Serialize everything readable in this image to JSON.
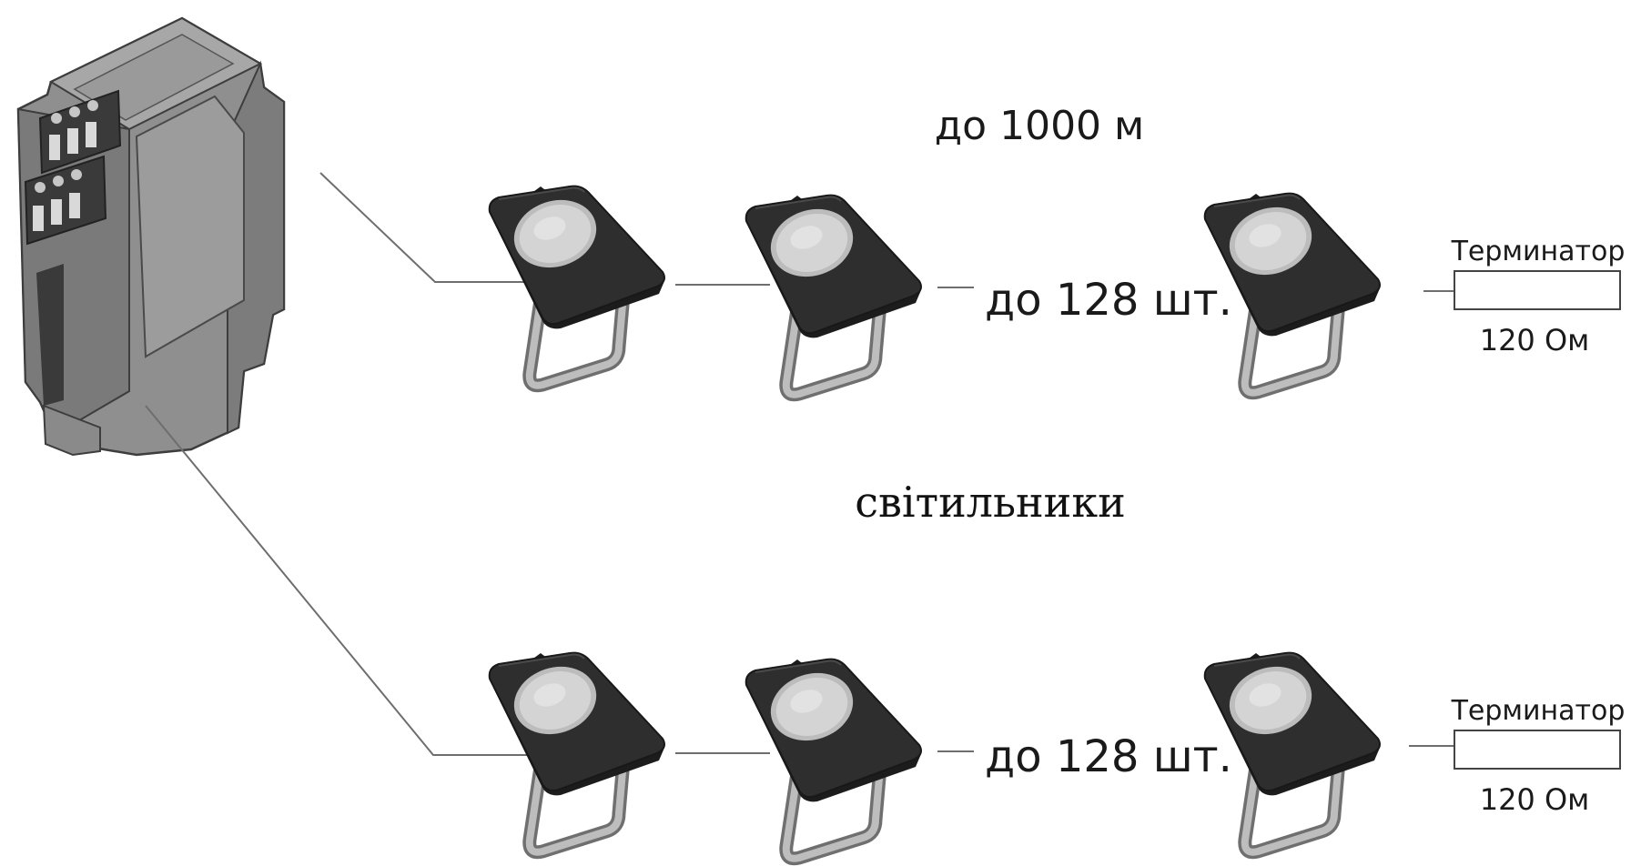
{
  "diagram": {
    "distance_label": "до 1000 м",
    "group_label": "світильники",
    "chains": [
      {
        "id": "top",
        "count_label": "до 128 шт.",
        "terminator_title": "Терминатор",
        "terminator_value": "120 Ом"
      },
      {
        "id": "bottom",
        "count_label": "до 128 шт.",
        "terminator_title": "Терминатор",
        "terminator_value": "120 Ом"
      }
    ]
  },
  "colors": {
    "controller_body": "#8f8f8f",
    "controller_dark": "#3a3a3a",
    "fixture_body": "#2b2b2b",
    "fixture_lens": "#c9c9c9",
    "bracket": "#a9a9a9",
    "wire": "#6e6e6e"
  }
}
